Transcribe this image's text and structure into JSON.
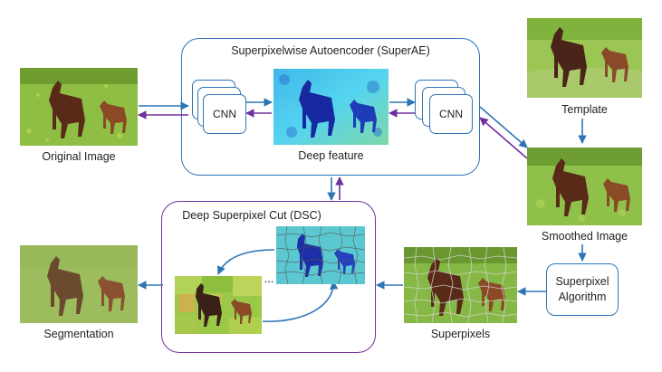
{
  "labels": {
    "original_image": "Original Image",
    "superae_title": "Superpixelwise Autoencoder (SuperAE)",
    "deep_feature": "Deep feature",
    "template": "Template",
    "smoothed_image": "Smoothed Image",
    "dsc_title": "Deep Superpixel Cut (DSC)",
    "segmentation": "Segmentation",
    "superpixels": "Superpixels",
    "algorithm_line1": "Superpixel",
    "algorithm_line2": "Algorithm",
    "ellipsis": "..."
  },
  "cnn_label": "CNN",
  "colors": {
    "blue_arrow": "#2e75b6",
    "purple_arrow": "#7030a0",
    "superae_border": "#2e75b6",
    "dsc_border": "#7030a0",
    "grass": "#8bbf3f",
    "horse": "#5a2a18"
  }
}
